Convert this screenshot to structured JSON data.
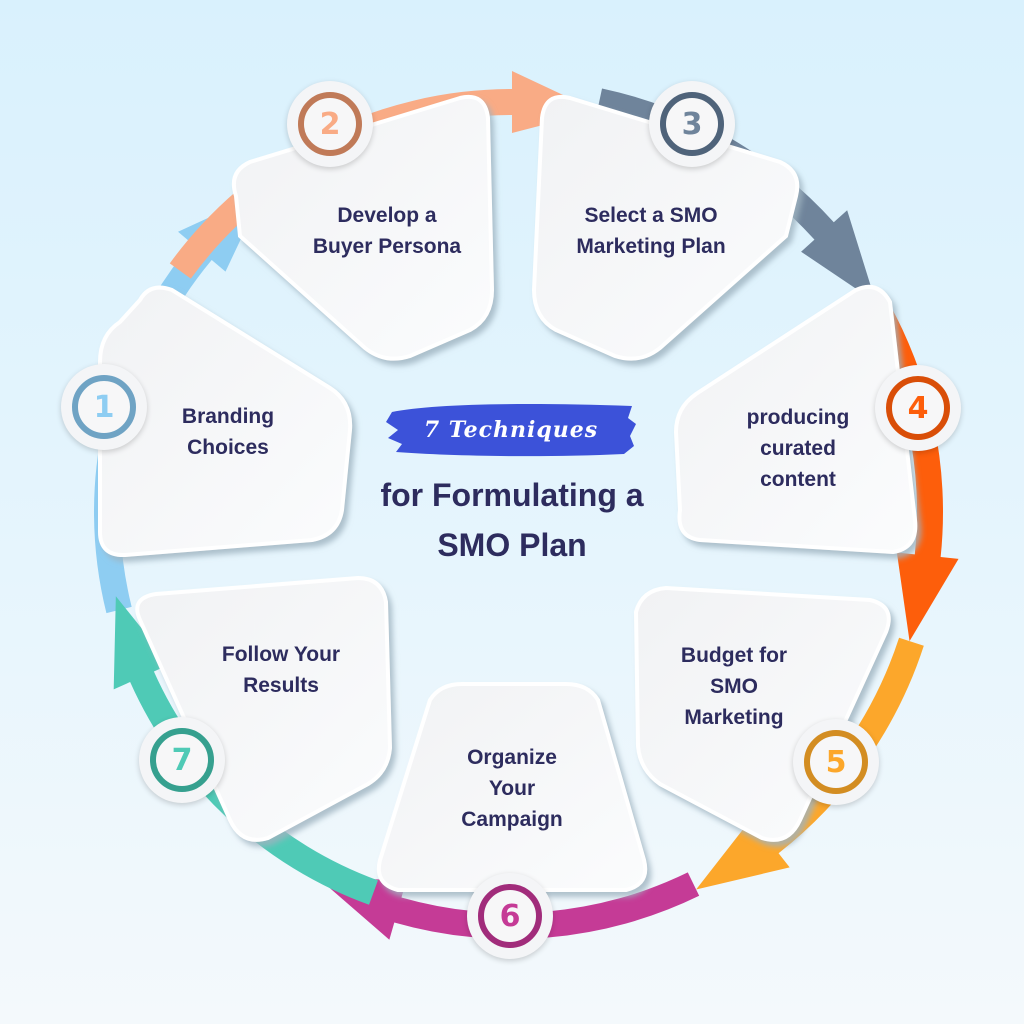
{
  "title": {
    "banner": "7 Techniques",
    "line1": "for Formulating a",
    "line2": "SMO Plan"
  },
  "colors": {
    "text": "#2d2c5e",
    "banner": "#3c52d9",
    "background_top": "#d9f1fd",
    "background_bottom": "#f4f9fc"
  },
  "steps": [
    {
      "number": "1",
      "label": "Branding\nChoices",
      "color": "#8ecdf2",
      "ring": "#6fa3c4"
    },
    {
      "number": "2",
      "label": "Develop a\nBuyer Persona",
      "color": "#f9ab85",
      "ring": "#c07a58"
    },
    {
      "number": "3",
      "label": "Select a SMO\nMarketing Plan",
      "color": "#6f849b",
      "ring": "#4f637a"
    },
    {
      "number": "4",
      "label": "producing\ncurated\ncontent",
      "color": "#fd5e0b",
      "ring": "#d94e08"
    },
    {
      "number": "5",
      "label": "Budget for\nSMO\nMarketing",
      "color": "#fca72b",
      "ring": "#d38d22"
    },
    {
      "number": "6",
      "label": "Organize\nYour\nCampaign",
      "color": "#c53b96",
      "ring": "#a12c7b"
    },
    {
      "number": "7",
      "label": "Follow Your\nResults",
      "color": "#4fcab6",
      "ring": "#36a08f"
    }
  ]
}
